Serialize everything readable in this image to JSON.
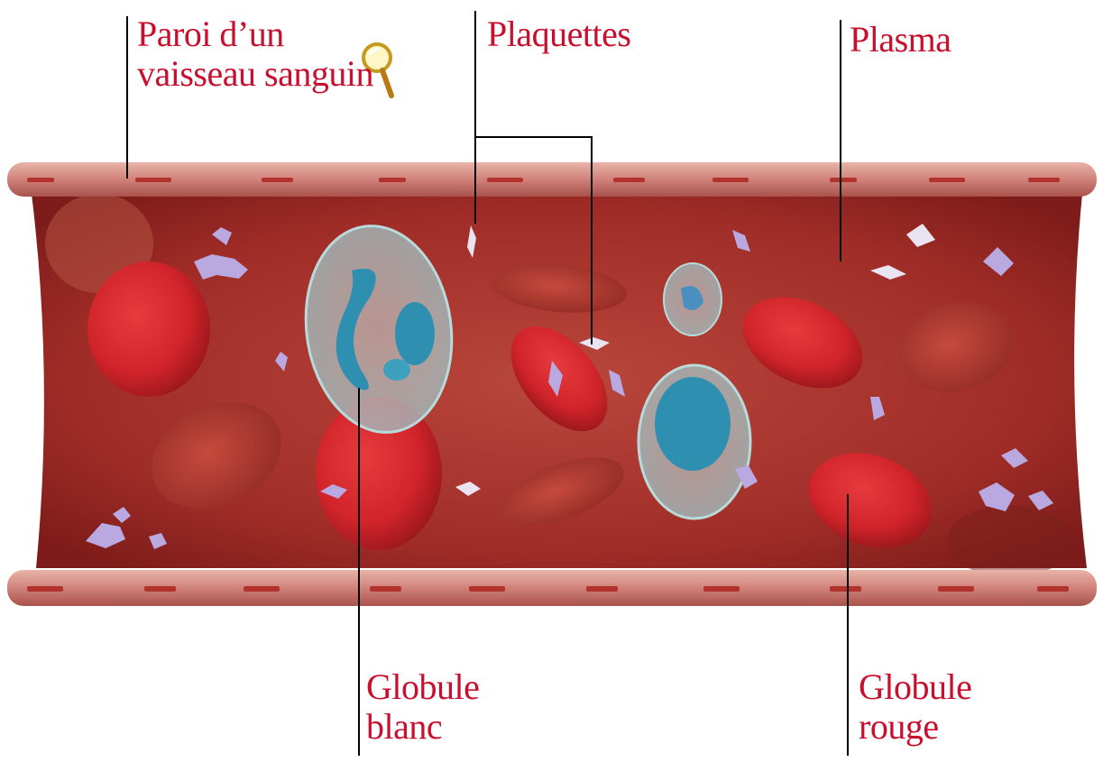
{
  "labels": {
    "vessel_wall": [
      "Paroi d’un",
      "vaisseau sanguin"
    ],
    "platelets": "Plaquettes",
    "plasma": "Plasma",
    "white_blood_cell": [
      "Globule",
      "blanc"
    ],
    "red_blood_cell": [
      "Globule",
      "rouge"
    ]
  },
  "colors": {
    "label_text": "#c8102e",
    "leader_line": "#000000",
    "vessel_wall": "#d88a82",
    "vessel_wall_dark": "#b94a48",
    "lumen": "#a8322b",
    "red_cell": "#d8262c",
    "white_cell_membrane": "#9fc6c8",
    "white_cell_nucleus": "#2f8fb0",
    "platelet": "#b9a9e0"
  },
  "icons": [
    "magnifier-icon"
  ]
}
